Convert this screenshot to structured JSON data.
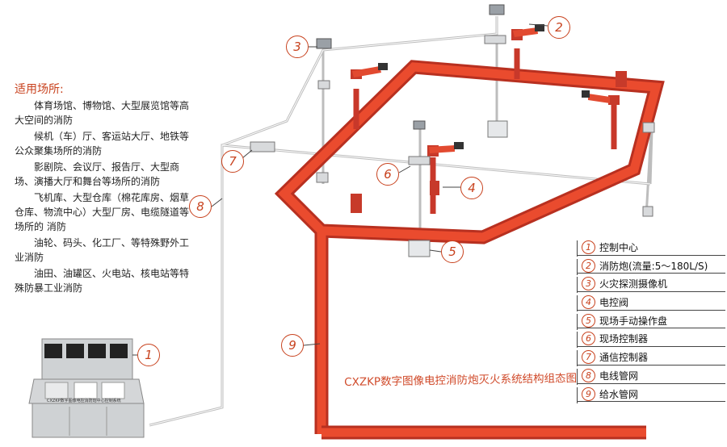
{
  "applications": {
    "title": "适用场所:",
    "paragraphs": [
      "体育场馆、博物馆、大型展览馆等高大空间的消防",
      "候机（车）厅、客运站大厅、地铁等公众聚集场所的消防",
      "影剧院、会议厅、报告厅、大型商场、演播大厅和舞台等场所的消防",
      "飞机库、大型仓库（棉花库房、烟草仓库、物流中心）大型厂房、电缆隧道等场所的   消防",
      "油轮、码头、化工厂、等特殊野外工业消防",
      "油田、油罐区、火电站、核电站等特殊防暴工业消防"
    ]
  },
  "legend": [
    {
      "num": "1",
      "label": "控制中心"
    },
    {
      "num": "2",
      "label": "消防炮(流量:5～180L/S)"
    },
    {
      "num": "3",
      "label": "火灾探测摄像机"
    },
    {
      "num": "4",
      "label": "电控阀"
    },
    {
      "num": "5",
      "label": "现场手动操作盘"
    },
    {
      "num": "6",
      "label": "现场控制器"
    },
    {
      "num": "7",
      "label": "通信控制器"
    },
    {
      "num": "8",
      "label": "电线管网"
    },
    {
      "num": "9",
      "label": "给水管网"
    }
  ],
  "callouts": [
    "1",
    "2",
    "3",
    "4",
    "5",
    "6",
    "7",
    "8",
    "9"
  ],
  "caption": "CXZKP数字图像电控消防炮灭火系统结构组态图",
  "console_label": "CXZKP数字图像电控消防炮中心控制系统",
  "colors": {
    "pipe": "#e8442a",
    "pipe_dark": "#b83020",
    "wire": "#c4c4c4",
    "accent": "#c8421e"
  }
}
